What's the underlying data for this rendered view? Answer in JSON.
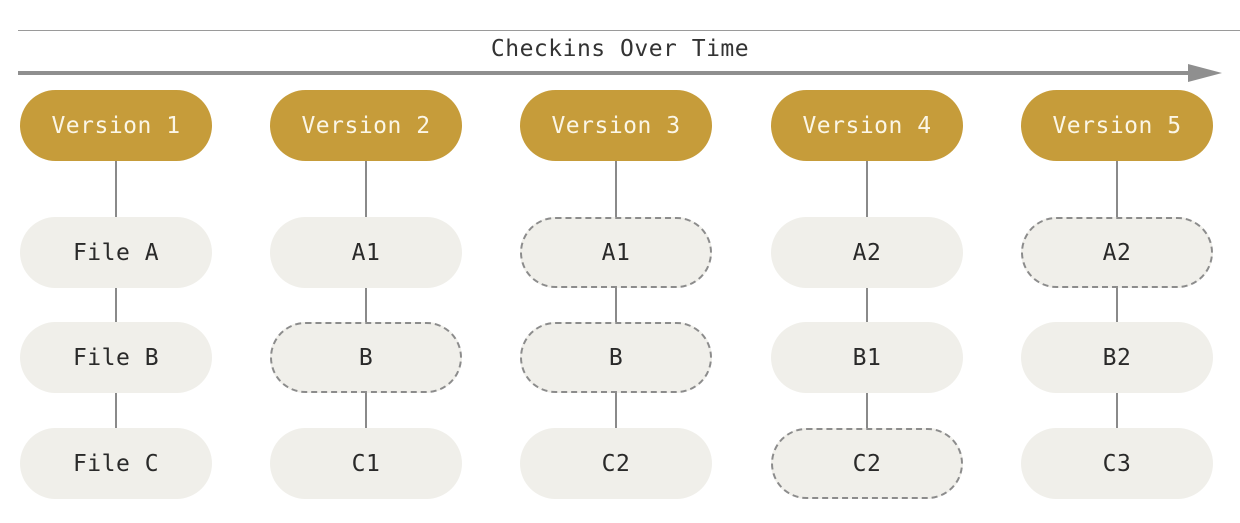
{
  "diagram": {
    "title": "Checkins Over Time",
    "colors": {
      "version_fill": "#c69c3a",
      "file_fill": "#f0efea",
      "connector": "#8a8a8a",
      "arrow": "#8f8f8f"
    },
    "versions": [
      {
        "label": "Version 1",
        "files": [
          {
            "label": "File A",
            "style": "solid"
          },
          {
            "label": "File B",
            "style": "solid"
          },
          {
            "label": "File C",
            "style": "solid"
          }
        ]
      },
      {
        "label": "Version 2",
        "files": [
          {
            "label": "A1",
            "style": "solid"
          },
          {
            "label": "B",
            "style": "dashed"
          },
          {
            "label": "C1",
            "style": "solid"
          }
        ]
      },
      {
        "label": "Version 3",
        "files": [
          {
            "label": "A1",
            "style": "dashed"
          },
          {
            "label": "B",
            "style": "dashed"
          },
          {
            "label": "C2",
            "style": "solid"
          }
        ]
      },
      {
        "label": "Version 4",
        "files": [
          {
            "label": "A2",
            "style": "solid"
          },
          {
            "label": "B1",
            "style": "solid"
          },
          {
            "label": "C2",
            "style": "dashed"
          }
        ]
      },
      {
        "label": "Version 5",
        "files": [
          {
            "label": "A2",
            "style": "dashed"
          },
          {
            "label": "B2",
            "style": "solid"
          },
          {
            "label": "C3",
            "style": "solid"
          }
        ]
      }
    ]
  }
}
